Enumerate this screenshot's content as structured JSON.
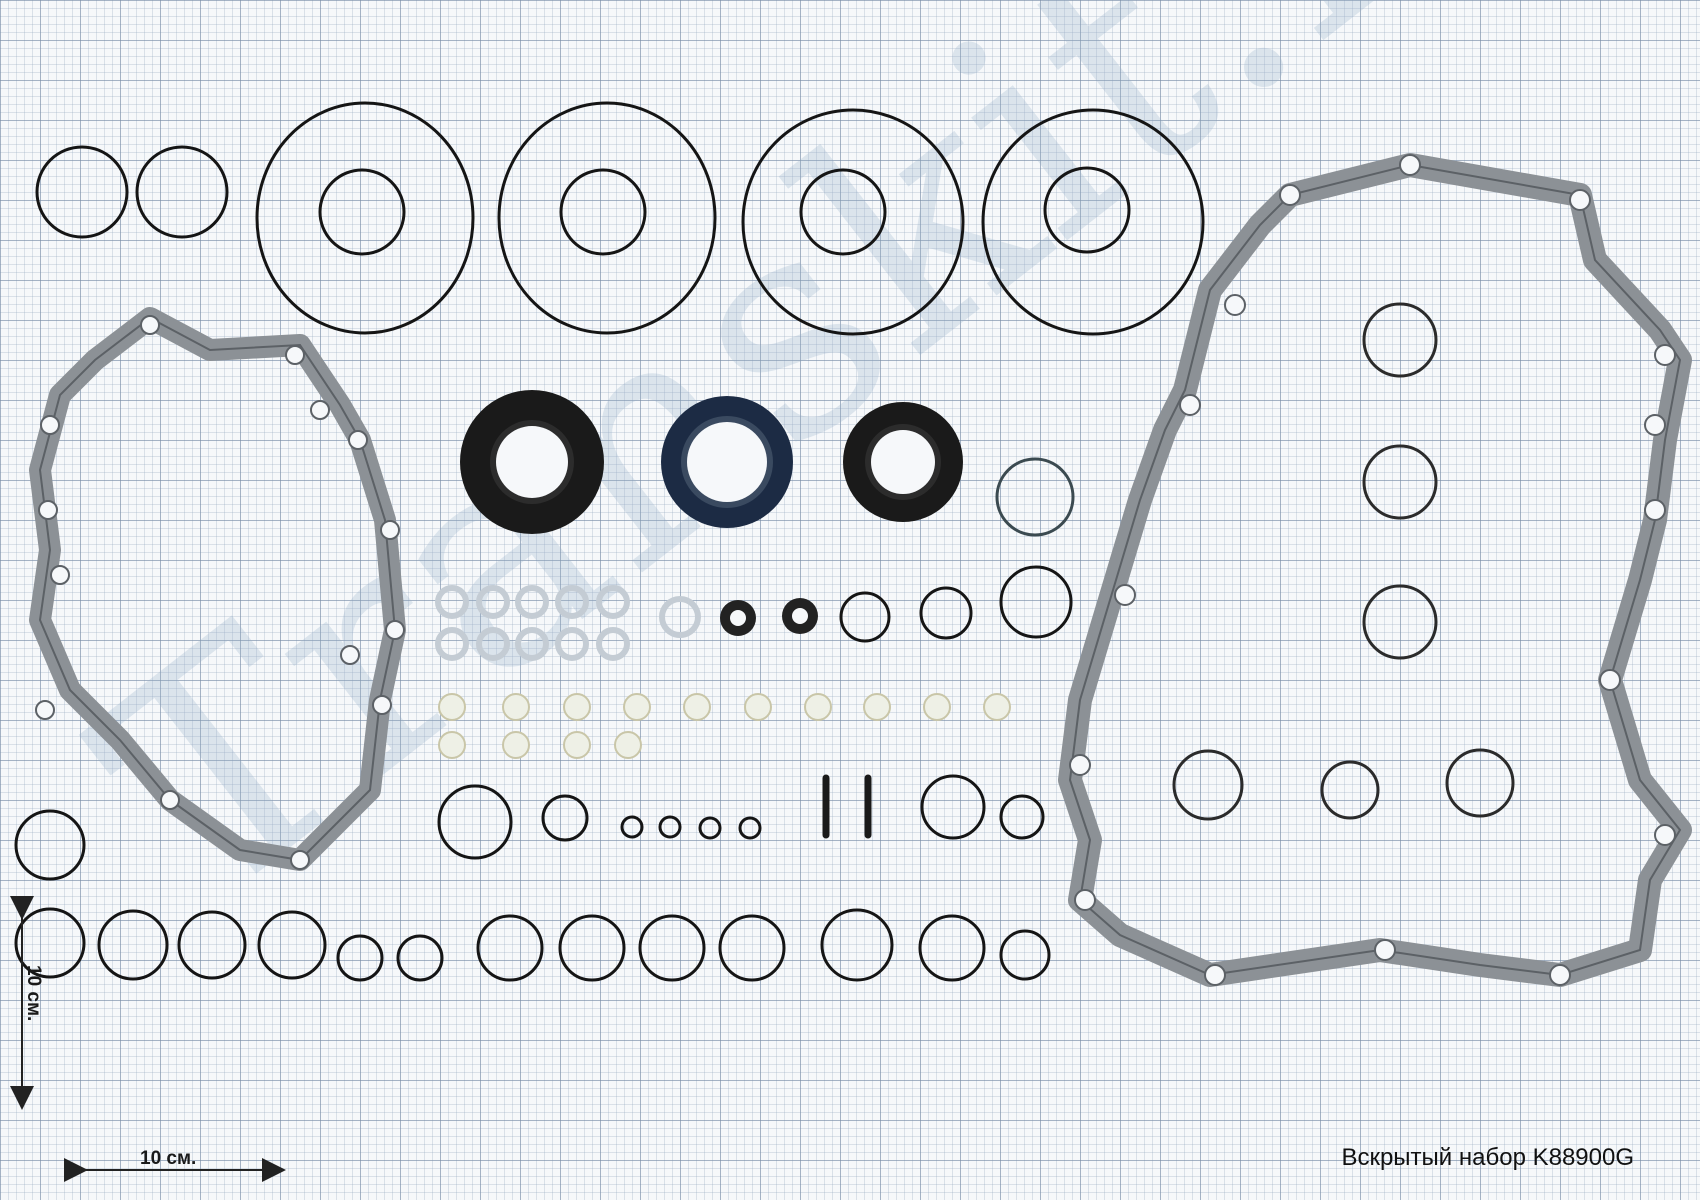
{
  "watermark": "Transkit.ru",
  "scale_vertical": "10 см.",
  "scale_horizontal": "10 см.",
  "caption": "Вскрытый набор K88900G",
  "colors": {
    "paper": "#f6f8fa",
    "grid": "#7f92aa",
    "gasket": "#8c9196",
    "ring": "#151515",
    "seal_blue": "#1c2b44",
    "washer": "#e3e7ec"
  }
}
